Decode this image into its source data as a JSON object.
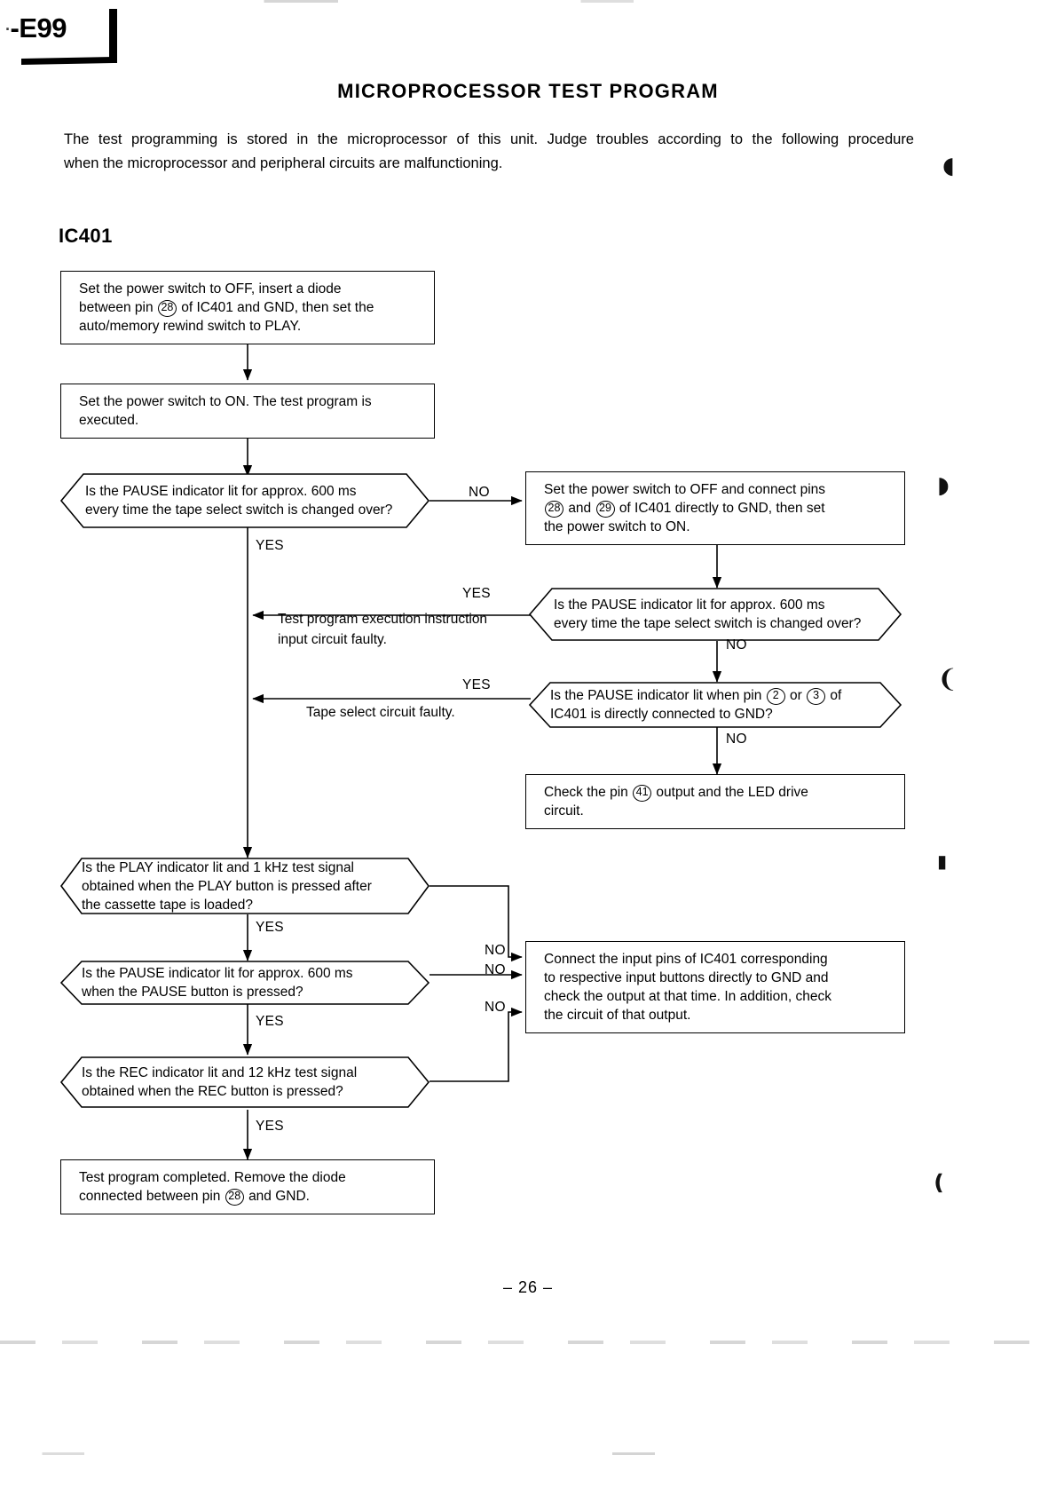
{
  "header": {
    "corner_prefix": "·",
    "corner_label": "-E99"
  },
  "title": "MICROPROCESSOR TEST PROGRAM",
  "intro": {
    "line1": "The test programming is stored in the microprocessor of this unit. Judge troubles according to the following procedure",
    "line2": "when the microprocessor and peripheral circuits are malfunctioning."
  },
  "section_heading": "IC401",
  "page_number": "– 26 –",
  "flowchart": {
    "nodes": {
      "step1": {
        "type": "process",
        "line1": "Set the power switch to OFF, insert a diode",
        "line2_a": "between pin",
        "pin": "28",
        "line2_b": "of IC401 and GND, then set the",
        "line3": "auto/memory rewind switch to PLAY."
      },
      "step2": {
        "type": "process",
        "line1": "Set the power switch to ON. The test program is",
        "line2": "executed."
      },
      "decision1": {
        "type": "decision",
        "line1": "Is the PAUSE indicator lit for approx. 600 ms",
        "line2": "every time the tape select switch is changed over?"
      },
      "right_box1": {
        "type": "process",
        "line1": "Set the power switch to OFF and connect pins",
        "line2_a": "",
        "pin_a": "28",
        "line2_b": "and",
        "pin_b": "29",
        "line2_c": "of IC401 directly to GND, then set",
        "line3": "the power switch to ON."
      },
      "decision2": {
        "type": "decision",
        "line1": "Is the PAUSE indicator lit for approx. 600 ms",
        "line2": "every time the tape select switch is changed over?"
      },
      "result1": {
        "type": "label",
        "line1": "Test program execution instruction",
        "line2": "input circuit  faulty."
      },
      "decision3": {
        "type": "decision",
        "line1_a": "Is the PAUSE indicator lit when pin",
        "pin_a": "2",
        "line1_b": "or",
        "pin_b": "3",
        "line1_c": "of",
        "line2": "IC401 is directly connected to GND?"
      },
      "result2": {
        "type": "label",
        "line1": "Tape select  circuit faulty."
      },
      "check_box": {
        "type": "process",
        "line1_a": "Check  the  pin",
        "pin": "41",
        "line1_b": "output  and  the  LED  drive",
        "line2": "circuit."
      },
      "decision4": {
        "type": "decision",
        "line1": "Is the PLAY indicator lit and 1 kHz test signal",
        "line2": "obtained when the PLAY button is pressed after",
        "line3": "the cassette tape is loaded?"
      },
      "decision5": {
        "type": "decision",
        "line1": "Is the PAUSE indicator lit for approx. 600 ms",
        "line2": "when the PAUSE button is pressed?"
      },
      "decision6": {
        "type": "decision",
        "line1": "Is the REC indicator lit and 12 kHz test signal",
        "line2": "obtained when the REC button is pressed?"
      },
      "connect_box": {
        "type": "process",
        "line1": "Connect the input pins of IC401 corresponding",
        "line2": "to respective input buttons directly to GND and",
        "line3": "check the output at that time.  In addition, check",
        "line4": "the circuit of that output."
      },
      "final_box": {
        "type": "process",
        "line1": "Test  program  completed.   Remove  the  diode",
        "line2_a": "connected between pin",
        "pin": "28",
        "line2_b": "and GND."
      }
    },
    "edge_labels": {
      "d1_no": "NO",
      "d1_yes": "YES",
      "d2_yes": "YES",
      "d2_no": "NO",
      "d3_yes": "YES",
      "d3_no": "NO",
      "d4_yes": "YES",
      "d4_no": "NO",
      "d5_yes": "YES",
      "d5_no": "NO",
      "d6_yes": "YES",
      "d6_no": "NO"
    }
  },
  "margin_marks": [
    {
      "glyph": "◖",
      "name": "scan-artifact-1"
    },
    {
      "glyph": "◗",
      "name": "scan-artifact-2"
    },
    {
      "glyph": "❨",
      "name": "scan-artifact-3"
    },
    {
      "glyph": "▮",
      "name": "scan-artifact-4"
    },
    {
      "glyph": "❪",
      "name": "scan-artifact-5"
    }
  ]
}
